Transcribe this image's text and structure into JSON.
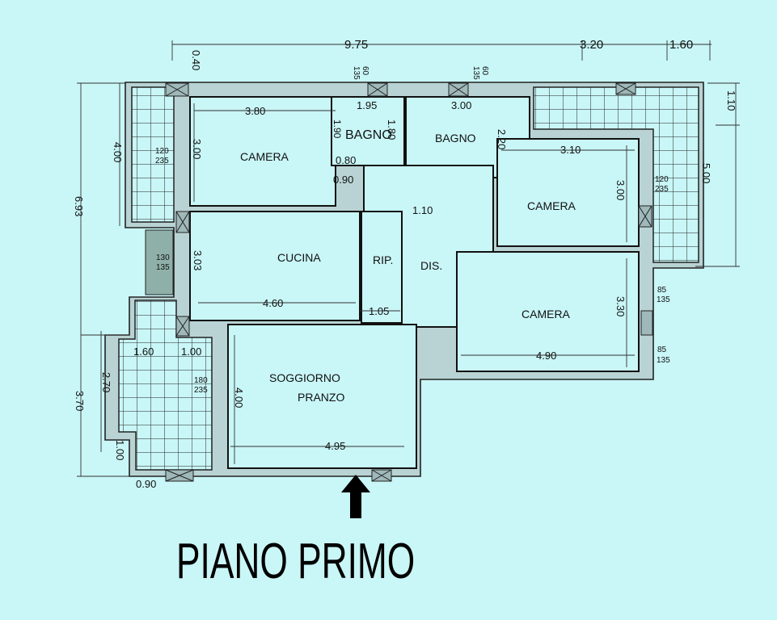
{
  "title": "PIANO PRIMO",
  "rooms": {
    "camera_1": "CAMERA",
    "bagno_1": "BAGNO",
    "bagno_2": "BAGNO",
    "camera_2": "CAMERA",
    "cucina": "CUCINA",
    "rip": "RIP.",
    "dis": "DIS.",
    "camera_3": "CAMERA",
    "soggiorno": "SOGGIORNO",
    "pranzo": "PRANZO"
  },
  "dimensions": {
    "top_total": "9.75",
    "top_320": "3.20",
    "top_160": "1.60",
    "top_040": "0.40",
    "right_110": "1.10",
    "right_500": "5.00",
    "left_693": "6.93",
    "left_400": "4.00",
    "left_370": "3.70",
    "left_270": "2.70",
    "left_100": "1.00",
    "bottom_090": "0.90",
    "cam1_w": "3.80",
    "cam1_h": "3.00",
    "bagno1_w": "1.95",
    "bagno1_h1": "1.90",
    "bagno1_h2": "1.80",
    "bagno1_080": "0.80",
    "bagno1_090": "0.90",
    "bagno2_w": "3.00",
    "bagno2_h": "2.20",
    "dis_110": "1.10",
    "cam2_w": "3.10",
    "cam2_h": "3.00",
    "cucina_h": "3.03",
    "cucina_w": "4.60",
    "rip_w": "1.05",
    "cam3_h": "3.30",
    "cam3_w": "4.90",
    "terr_160": "1.60",
    "terr_100": "1.00",
    "sogg_h": "4.00",
    "sogg_w": "4.95"
  },
  "windows": {
    "w1_a": "120",
    "w1_b": "235",
    "w2_a": "130",
    "w2_b": "135",
    "w3_a": "180",
    "w3_b": "235",
    "w4_a": "60",
    "w4_b": "135",
    "w5_a": "60",
    "w5_b": "135",
    "w6_a": "120",
    "w6_b": "235",
    "w7_a": "85",
    "w7_b": "135",
    "w8_a": "85",
    "w8_b": "135"
  }
}
